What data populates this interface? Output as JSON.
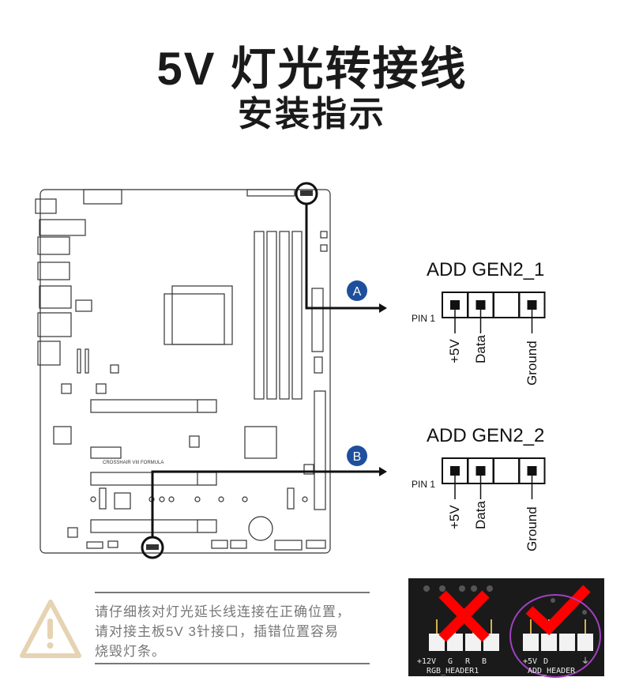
{
  "title": "5V 灯光转接线",
  "subtitle": "安装指示",
  "board": {
    "model_label": "CROSSHAIR VIII FORMULA"
  },
  "headers": [
    {
      "badge": "A",
      "name": "ADD GEN2_1",
      "pin1_label": "PIN 1",
      "pins": [
        "+5V",
        "Data",
        "Ground"
      ]
    },
    {
      "badge": "B",
      "name": "ADD GEN2_2",
      "pin1_label": "PIN 1",
      "pins": [
        "+5V",
        "Data",
        "Ground"
      ]
    }
  ],
  "warning": {
    "lines": [
      "请仔细核对灯光延长线连接在正确位置，",
      "请对接主板5V 3针接口，插错位置容易",
      "烧毁灯条。"
    ]
  },
  "photo": {
    "wrong_labels": [
      "+12V",
      "G",
      "R",
      "B"
    ],
    "wrong_header": "RGB_HEADER1",
    "right_labels": [
      "+5V",
      "D",
      "⏚"
    ],
    "right_header": "ADD_HEADER"
  },
  "colors": {
    "badge": "#1d4f9c",
    "warning": "#e6d3b3",
    "cross": "#ff0000",
    "circle": "#a040c0"
  }
}
